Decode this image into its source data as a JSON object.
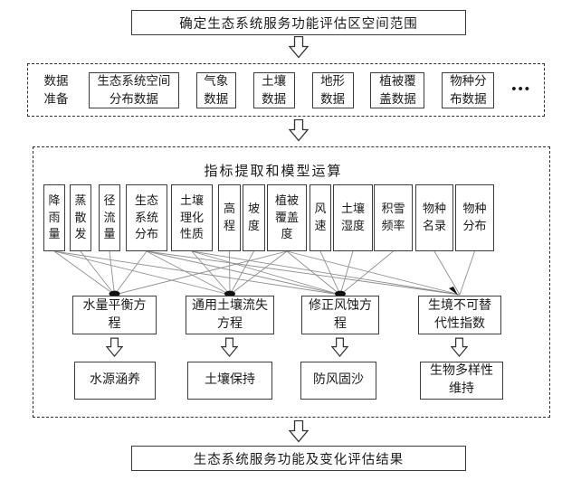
{
  "page": {
    "background": "#ffffff",
    "box_border_color": "#3c3c3c",
    "connector_color": "#8f8f8f",
    "text_color": "#1a1a1a"
  },
  "top_box": {
    "label": "确定生态系统服务功能评估区空间范围"
  },
  "data_prep": {
    "label": "数据准备",
    "items": [
      "生态系统空间分布数据",
      "气象数据",
      "土壤数据",
      "地形数据",
      "植被覆盖数据",
      "物种分布数据"
    ],
    "ellipsis": "•••"
  },
  "model_section": {
    "title": "指标提取和模型运算",
    "indicators": [
      "降雨量",
      "蒸散发",
      "径流量",
      "生态系统分布",
      "土壤理化性质",
      "高程",
      "坡度",
      "植被覆盖度",
      "风速",
      "土壤湿度",
      "积雪频率",
      "物种名录",
      "物种分布"
    ],
    "models": [
      "水量平衡方程",
      "通用土壤流失方程",
      "修正风蚀方程",
      "生境不可替代性指数"
    ],
    "results": [
      "水源涵养",
      "土壤保持",
      "防风固沙",
      "生物多样性维持"
    ],
    "connections": [
      {
        "model": 0,
        "indicators": [
          0,
          1,
          2,
          3,
          7
        ]
      },
      {
        "model": 1,
        "indicators": [
          0,
          3,
          4,
          5,
          6,
          7
        ]
      },
      {
        "model": 2,
        "indicators": [
          0,
          3,
          4,
          7,
          8,
          9,
          10
        ]
      },
      {
        "model": 3,
        "indicators": [
          3,
          4,
          7,
          11,
          12
        ]
      }
    ],
    "junction_styles": [
      "dot",
      "dot",
      "dot",
      "arrow"
    ]
  },
  "bottom_box": {
    "label": "生态系统服务功能及变化评估结果"
  }
}
